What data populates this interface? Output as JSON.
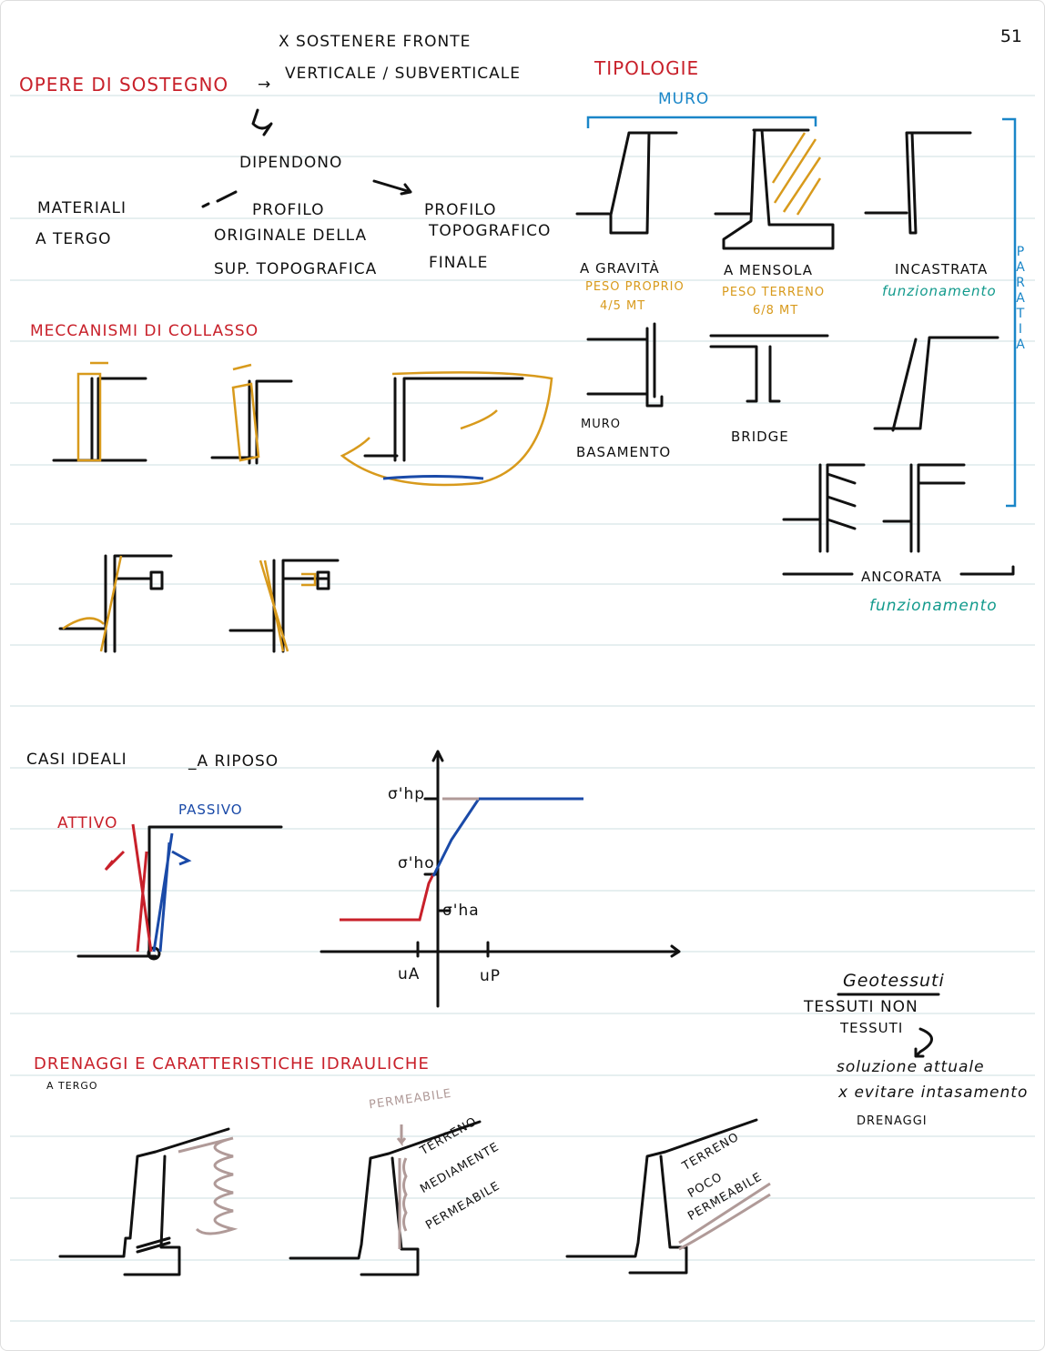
{
  "page_number": "51",
  "header": {
    "title": "OPERE DI SOSTEGNO",
    "arrow": "→",
    "purpose_line1": "x SOSTENERE FRONTE",
    "purpose_line2": "VERTICALE / SUBVERTICALE",
    "depends": "DIPENDONO",
    "left_branch": [
      "MATERIALI",
      "A TERGO"
    ],
    "middle_branch": [
      "PROFILO",
      "ORIGINALE DELLA",
      "SUP. TOPOGRAFICA"
    ],
    "right_branch": [
      "PROFILO",
      "TOPOGRAFICO",
      "FINALE"
    ]
  },
  "tipologie": {
    "title": "TIPOLOGIE",
    "muro_label": "MURO",
    "paratia_label": "PARATIA",
    "items": [
      {
        "name": "A GRAVITÀ",
        "note": "PESO PROPRIO",
        "value": "4/5 mt"
      },
      {
        "name": "A MENSOLA",
        "note": "PESO TERRENO",
        "value": "6/8 mt"
      },
      {
        "name": "INCASTRATA",
        "note": "funzionamento"
      }
    ],
    "muro_basamento": [
      "MURO",
      "BASAMENTO"
    ],
    "bridge": "BRIDGE",
    "ancorata": "ANCORATA",
    "ancorata_note": "funzionamento"
  },
  "meccanismi": {
    "title": "MECCANISMI DI COLLASSO"
  },
  "casi": {
    "title": "CASI IDEALI",
    "riposo": "_A RIPOSO",
    "attivo": "ATTIVO",
    "passivo": "PASSIVO",
    "graph": {
      "y_labels": [
        "σ'hp",
        "σ'ho",
        "σ'ha"
      ],
      "x_labels": [
        "uA",
        "uP"
      ]
    }
  },
  "geotessuti": {
    "title": "Geotessuti",
    "lines": [
      "TESSUTI NON",
      "TESSUTI"
    ],
    "notes": [
      "soluzione attuale",
      "x evitare intasamento",
      "DRENAGGI"
    ]
  },
  "drenaggi": {
    "title": "DRENAGGI E CARATTERISTICHE IDRAULICHE",
    "subtitle": "A TERGO",
    "permeabile": "PERMEABILE",
    "medio": [
      "TERRENO",
      "MEDIAMENTE",
      "PERMEABILE"
    ],
    "poco": [
      "TERRENO",
      "POCO",
      "PERMEABILE"
    ]
  },
  "colors": {
    "red": "#c8202a",
    "blue": "#1a86c8",
    "orange": "#d89a1c",
    "teal": "#129a8c"
  }
}
